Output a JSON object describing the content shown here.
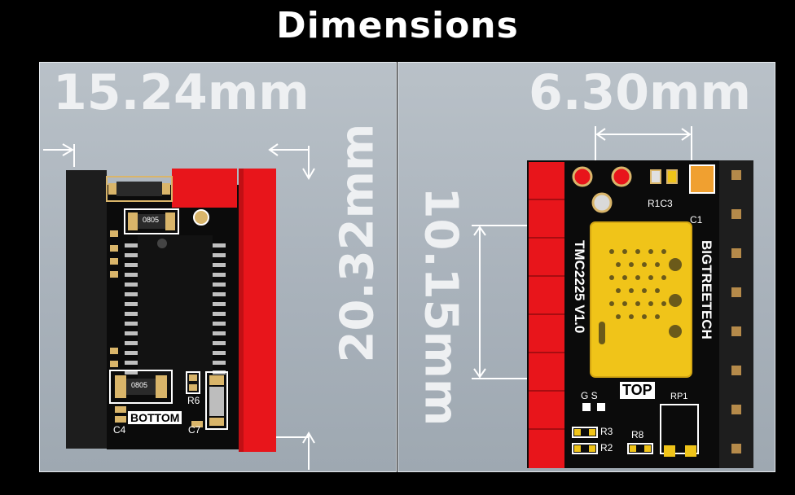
{
  "title": "Dimensions",
  "left_panel": {
    "width_dimension": "15.24mm",
    "height_dimension": "20.32mm",
    "labels": {
      "bottom": "BOTTOM",
      "r6": "R6",
      "c4": "C4",
      "c7": "C7",
      "chip_code_1": "0805",
      "chip_code_2": "0805"
    }
  },
  "right_panel": {
    "width_dimension": "6.30mm",
    "height_dimension": "10.15mm",
    "labels": {
      "top": "TOP",
      "r1c3": "R1C3",
      "c1": "C1",
      "model": "TMC2225 V1.0",
      "brand": "BIGTREETECH",
      "rp1": "RP1",
      "gs": "G S",
      "r3": "R3",
      "r2": "R2",
      "r8": "R8"
    }
  },
  "colors": {
    "background": "#000000",
    "panel": "#aeb6be",
    "header_red": "#e8151b",
    "board_black": "#0b0b0b",
    "heatsink_gold": "#f0c419",
    "pad_gold": "#d9b56a"
  }
}
